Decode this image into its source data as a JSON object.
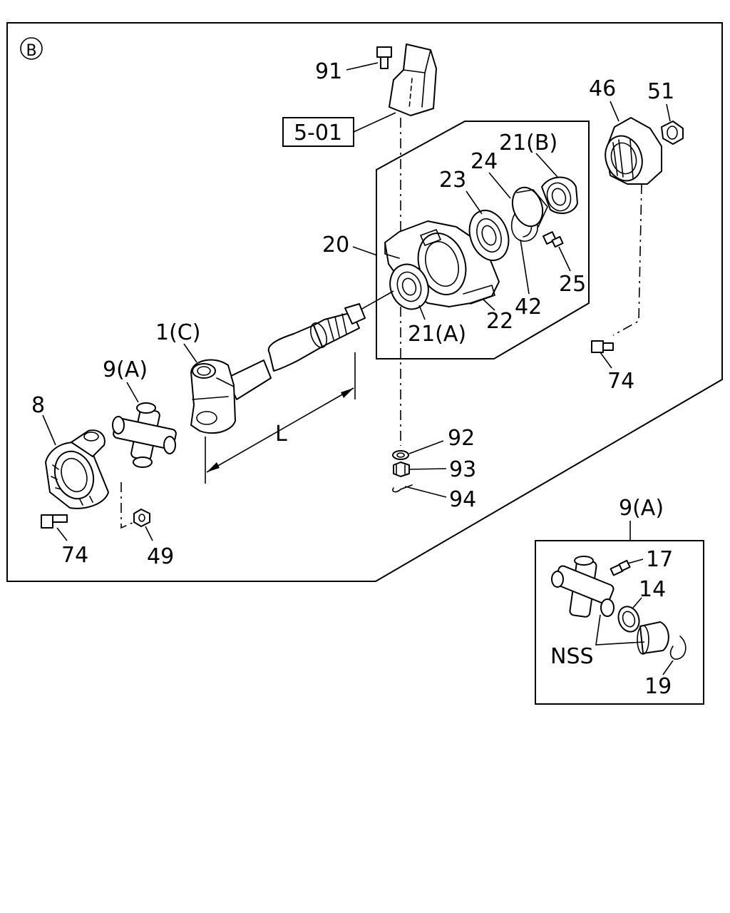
{
  "view_marker": "B",
  "labels": {
    "p91": "91",
    "ref_501": "5-01",
    "p46": "46",
    "p51": "51",
    "p21b": "21(B)",
    "p24": "24",
    "p23": "23",
    "p20": "20",
    "p25": "25",
    "p42": "42",
    "p22": "22",
    "p21a": "21(A)",
    "p1c": "1(C)",
    "p9a": "9(A)",
    "p8": "8",
    "dim_L": "L",
    "p74_right": "74",
    "p92": "92",
    "p93": "93",
    "p94": "94",
    "p74_left": "74",
    "p49": "49",
    "detail_title": "9(A)",
    "p17": "17",
    "p14": "14",
    "nss": "NSS",
    "p19": "19"
  }
}
